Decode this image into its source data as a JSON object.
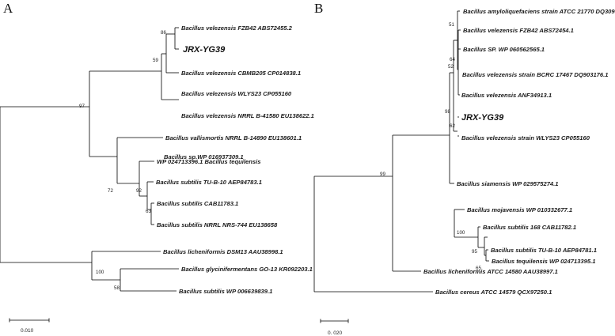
{
  "panels": [
    {
      "letter": "A",
      "leaves": [
        "Bacillus velezensis FZB42 ABS72455.2",
        "JRX-YG39",
        "Bacillus velezensis CBMB205 CP014838.1",
        "Bacillus velezensis WLYS23 CP055160",
        "Bacillus velezensis NRRL B-41580 EU138622.1",
        "Bacillus sp.WP 016937309.1",
        "Bacillus vallismortis NRRL B-14890 EU138601.1",
        "WP 024713396.1 Bacillus tequilensis",
        "Bacillus subtilis TU-B-10 AEP84783.1",
        "Bacillus subtilis CAB11783.1",
        "Bacillus subtilis NRRL NRS-744 EU138658",
        "Bacillus licheniformis DSM13 AAU38998.1",
        "Bacillus glycinifermentans GO-13 KR092203.1",
        "Bacillus subtilis WP 006639839.1"
      ],
      "bootstrap": [
        "86",
        "59",
        "97",
        "72",
        "92",
        "63",
        "100",
        "58"
      ],
      "scale_label": "0.010"
    },
    {
      "letter": "B",
      "leaves": [
        "Bacillus amyloliquefaciens strain ATCC 21770 DQ309311",
        "Bacillus velezensis FZB42 ABS72454.1",
        "Bacillus SP. WP 060562565.1",
        "Bacillus velezensis strain BCRC 17467 DQ903176.1",
        "Bacillus velezensis ANF34913.1",
        "JRX-YG39",
        "Bacillus velezensis strain WLYS23 CP055160",
        "Bacillus siamensis WP 029575274.1",
        "Bacillus mojavensis WP 010332677.1",
        "Bacillus subtilis 168 CAB11782.1",
        "Bacillus subtilis TU-B-10 AEP84781.1",
        "Bacillus tequilensis WP 024713395.1",
        "Bacillus licheniformis ATCC 14580 AAU38997.1",
        "Bacillus cereus ATCC 14579 QCX97250.1"
      ],
      "bootstrap": [
        "51",
        "64",
        "52",
        "98",
        "62",
        "99",
        "100",
        "95",
        "65"
      ],
      "scale_label": "0. 020"
    }
  ]
}
